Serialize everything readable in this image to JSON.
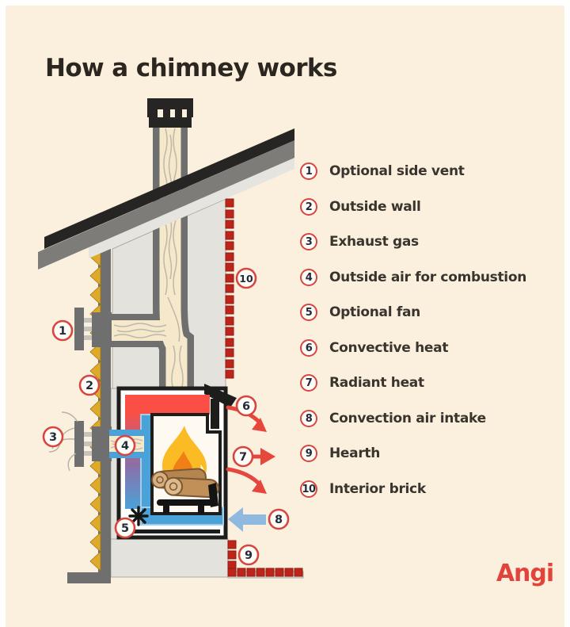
{
  "title": "How a chimney works",
  "brand": "Angi",
  "legend": {
    "items": [
      {
        "num": "1",
        "label": "Optional side vent"
      },
      {
        "num": "2",
        "label": "Outside wall"
      },
      {
        "num": "3",
        "label": "Exhaust gas"
      },
      {
        "num": "4",
        "label": "Outside air for combustion"
      },
      {
        "num": "5",
        "label": "Optional fan"
      },
      {
        "num": "6",
        "label": "Convective heat"
      },
      {
        "num": "7",
        "label": "Radiant heat"
      },
      {
        "num": "8",
        "label": "Convection air intake"
      },
      {
        "num": "9",
        "label": "Hearth"
      },
      {
        "num": "10",
        "label": "Interior brick"
      }
    ]
  },
  "diagram": {
    "marker_numbers": [
      "1",
      "2",
      "3",
      "4",
      "5",
      "6",
      "7",
      "8",
      "9",
      "10"
    ],
    "icons": {
      "fan": "asterisk-fan-icon",
      "markers": "numbered-circle-badges"
    }
  },
  "colors": {
    "background_cream": "#FAF0DD",
    "frame_white": "#FFFFFF",
    "title_text": "#2B2620",
    "legend_text": "#3A342E",
    "badge_ring_red": "#D8453F",
    "badge_number": "#222B38",
    "brand_red": "#E2443B",
    "roof_black": "#262523",
    "roof_gray": "#7D7C78",
    "roof_light": "#E6E4DF",
    "wall_gray": "#6F6F6F",
    "interior_gray": "#E4E2DD",
    "insulation_gold": "#DFA92A",
    "brick_red": "#BE2419",
    "flue_cream": "#F6E8CA",
    "smoke_gray": "#BDB8AB",
    "fire_red_band": "#FB4F46",
    "air_blue": "#4BA2D8",
    "arrow_blue": "#8FB9DE",
    "arrow_red": "#E6473D",
    "flame_yellow": "#FBBB24",
    "flame_orange": "#F07F17",
    "log_brown": "#B5854F"
  }
}
